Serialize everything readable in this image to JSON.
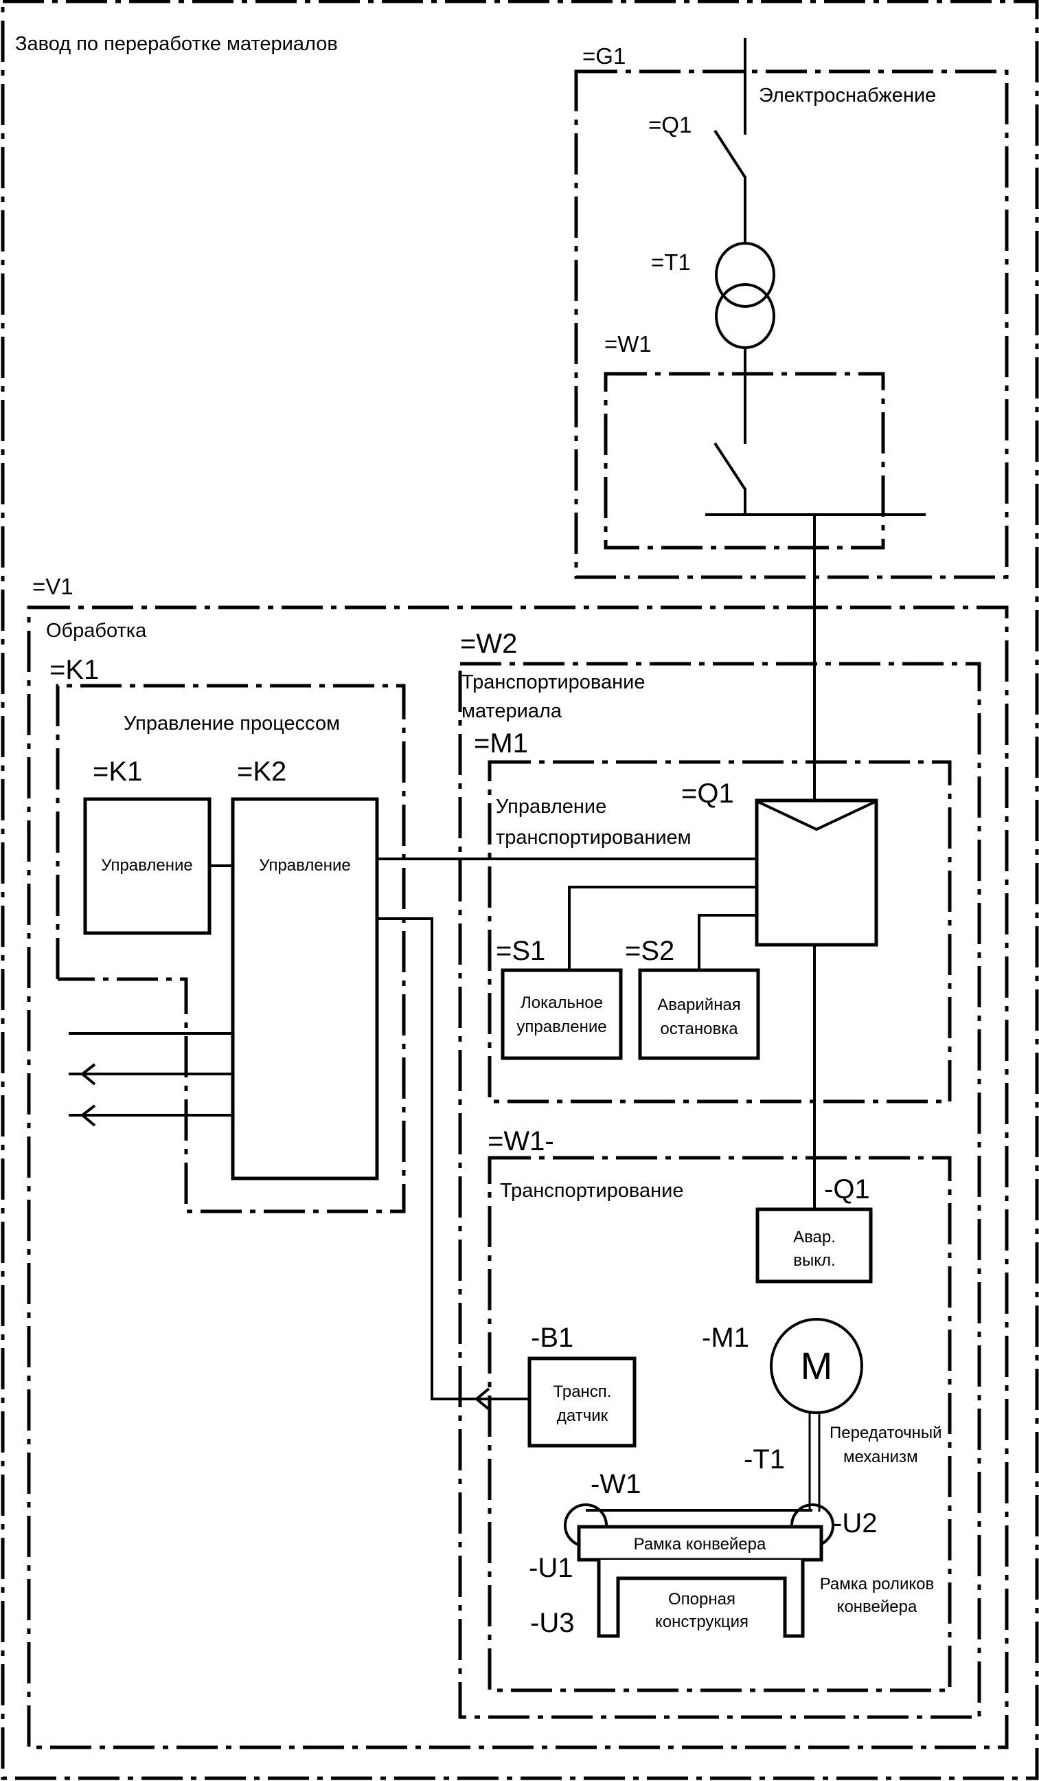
{
  "title": "Завод по переработке материалов",
  "power_supply": {
    "designation": "=G1",
    "label": "Электроснабжение",
    "switch": "=Q1",
    "transformer": "=T1",
    "switchgear": "=W1"
  },
  "processing": {
    "designation": "=V1",
    "label": "Обработка",
    "process_control": {
      "designation": "=K1",
      "label": "Управление процессом",
      "controllers": [
        {
          "designation": "=K1",
          "label": "Управление"
        },
        {
          "designation": "=K2",
          "label": "Управление"
        }
      ]
    },
    "material_transport": {
      "designation": "=W2",
      "label_line1": "Транспортирование",
      "label_line2": "материала",
      "transport_control": {
        "designation": "=M1",
        "label_line1": "Управление",
        "label_line2": "транспортированием",
        "contactor": "=Q1",
        "local_control": {
          "designation": "=S1",
          "line1": "Локальное",
          "line2": "управление"
        },
        "emergency_stop": {
          "designation": "=S2",
          "line1": "Аварийная",
          "line2": "остановка"
        }
      },
      "transport": {
        "designation": "=W1-",
        "label": "Транспортирование",
        "emergency_switch": {
          "designation": "-Q1",
          "line1": "Авар.",
          "line2": "выкл."
        },
        "sensor": {
          "designation": "-B1",
          "line1": "Трансп.",
          "line2": "датчик"
        },
        "motor": {
          "designation": "-M1",
          "symbol": "M"
        },
        "transmission": {
          "designation": "-T1",
          "line1": "Передаточный",
          "line2": "механизм"
        },
        "belt": "-W1",
        "roller_left": "-U1",
        "roller_right": "-U2",
        "support": "-U3",
        "conveyor_frame": "Рамка конвейера",
        "support_structure_line1": "Опорная",
        "support_structure_line2": "конструкция",
        "roller_frame_line1": "Рамка роликов",
        "roller_frame_line2": "конвейера"
      }
    }
  }
}
